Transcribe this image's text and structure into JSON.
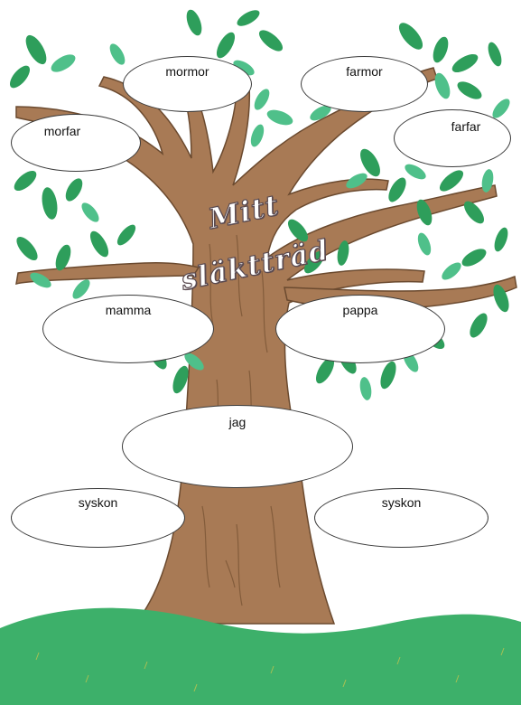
{
  "title": "Mitt släktträd",
  "labels": {
    "mormor": "mormor",
    "farmor": "farmor",
    "morfar": "morfar",
    "farfar": "farfar",
    "mamma": "mamma",
    "pappa": "pappa",
    "jag": "jag",
    "syskon_left": "syskon",
    "syskon_right": "syskon"
  },
  "colors": {
    "trunk": "#a87a55",
    "trunk_outline": "#6b4a2f",
    "leaf_dark": "#2e9e5b",
    "leaf_light": "#4fc08a",
    "grass": "#3db06a",
    "bubble_border": "#3b3b3b"
  }
}
